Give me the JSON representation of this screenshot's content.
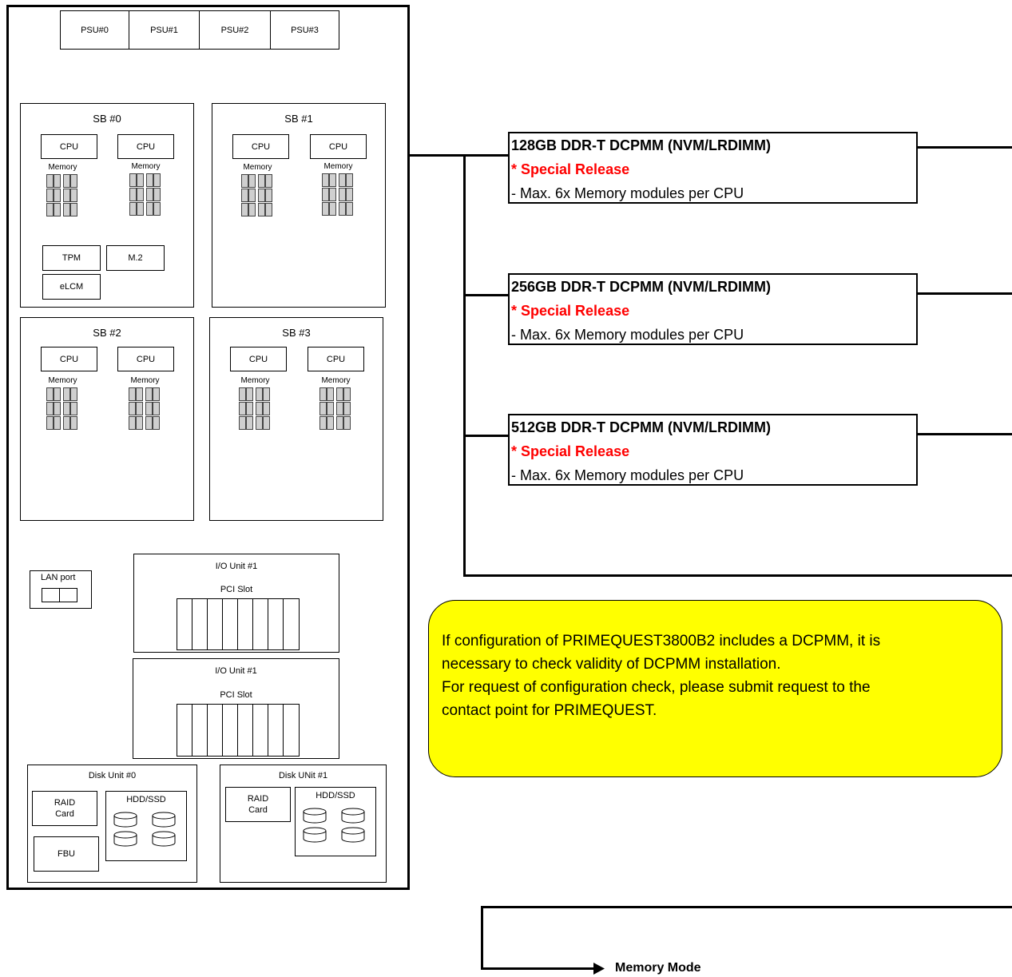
{
  "psu": [
    "PSU#0",
    "PSU#1",
    "PSU#2",
    "PSU#3"
  ],
  "system_boards": [
    {
      "label": "SB #0",
      "cpu": "CPU",
      "memory": "Memory",
      "extras": [
        "TPM",
        "M.2",
        "eLCM"
      ]
    },
    {
      "label": "SB #1",
      "cpu": "CPU",
      "memory": "Memory"
    },
    {
      "label": "SB #2",
      "cpu": "CPU",
      "memory": "Memory"
    },
    {
      "label": "SB #3",
      "cpu": "CPU",
      "memory": "Memory"
    }
  ],
  "lan_port": "LAN port",
  "io_units": [
    {
      "label": "I/O Unit #1",
      "slot_label": "PCI Slot"
    },
    {
      "label": "I/O Unit #1",
      "slot_label": "PCI Slot"
    }
  ],
  "disk_units": [
    {
      "label": "Disk Unit #0",
      "raid": "RAID Card",
      "hdd": "HDD/SSD",
      "fbu": "FBU"
    },
    {
      "label": "Disk UNit #1",
      "raid": "RAID Card",
      "hdd": "HDD/SSD"
    }
  ],
  "dcpmm_options": [
    {
      "title": "128GB DDR-T DCPMM (NVM/LRDIMM)",
      "release": "* Special Release",
      "note": "- Max. 6x Memory modules per CPU"
    },
    {
      "title": "256GB DDR-T DCPMM (NVM/LRDIMM)",
      "release": "* Special Release",
      "note": "- Max. 6x Memory modules per CPU"
    },
    {
      "title": "512GB DDR-T DCPMM (NVM/LRDIMM)",
      "release": "* Special Release",
      "note": "- Max. 6x Memory modules per CPU"
    }
  ],
  "notice": {
    "lines": [
      "If  configuration of PRIMEQUEST3800B2 includes a DCPMM,  it is",
      "necessary to check validity of DCPMM installation.",
      "For request of configuration check, please submit request to the",
      "contact point for PRIMEQUEST."
    ],
    "color": "#ffff00"
  },
  "memory_mode_label": "Memory Mode",
  "colors": {
    "special_release": "#ff0000",
    "memory_module": "#cfcfcf"
  }
}
